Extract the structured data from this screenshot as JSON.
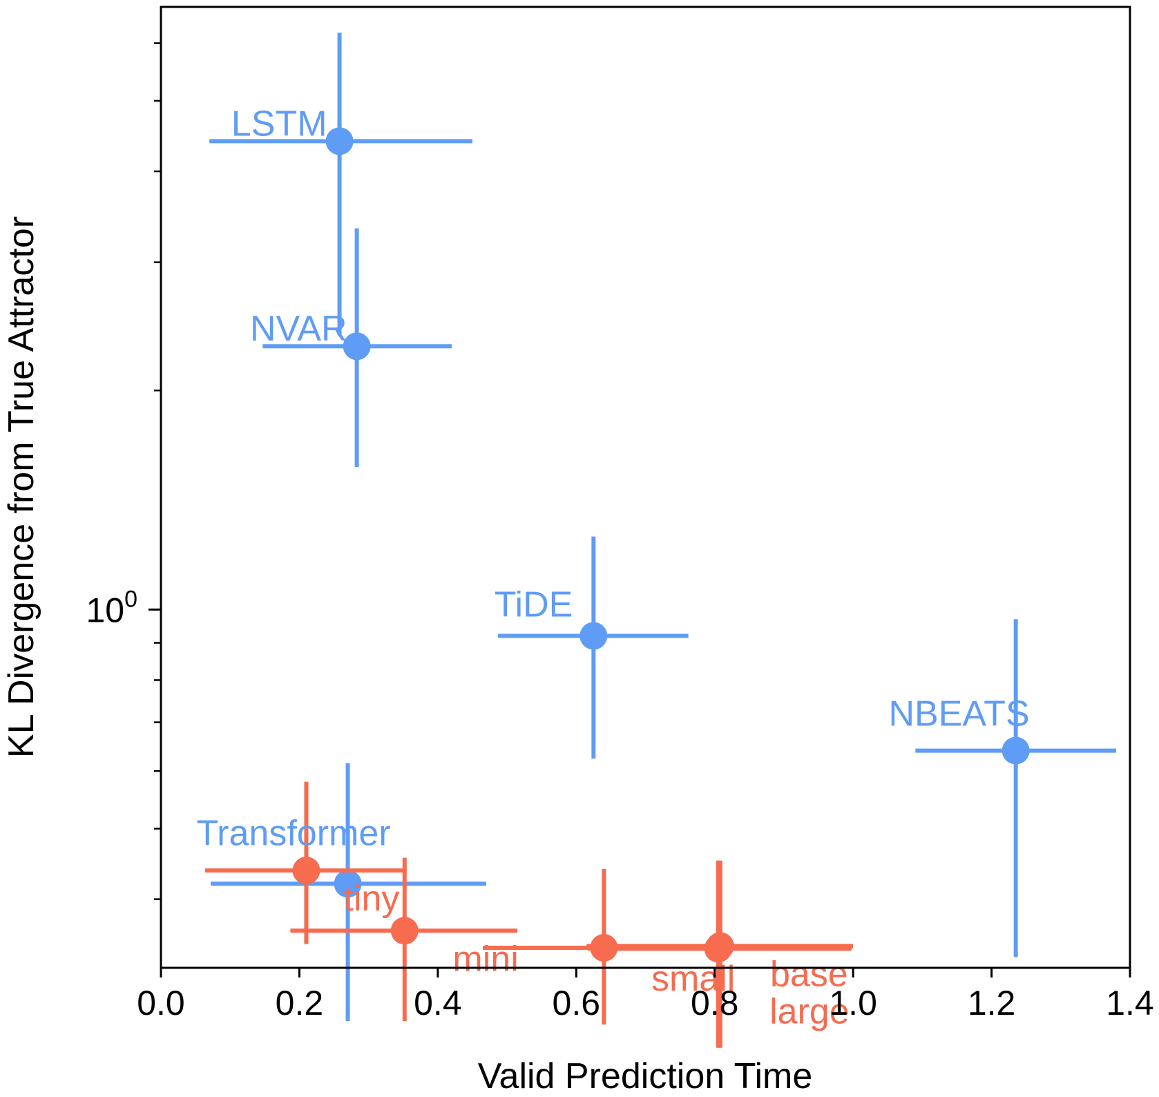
{
  "chart_data": {
    "type": "scatter",
    "title": "",
    "xlabel": "Valid Prediction Time",
    "ylabel": "KL Divergence from True Attractor",
    "xlim": [
      0.0,
      1.4
    ],
    "ylim": [
      0.34,
      6.7
    ],
    "yscale": "log",
    "grid": false,
    "legend": "none",
    "xticks": [
      0.0,
      0.2,
      0.4,
      0.6,
      0.8,
      1.0,
      1.2,
      1.4
    ],
    "xtick_labels": [
      "0.0",
      "0.2",
      "0.4",
      "0.6",
      "0.8",
      "1.0",
      "1.2",
      "1.4"
    ],
    "ytick_major": [
      {
        "value": 1.0,
        "base": "10",
        "exp": "0"
      }
    ],
    "ytick_minor": [
      0.4,
      0.5,
      0.6,
      0.7,
      0.8,
      0.9,
      2,
      3,
      4,
      5,
      6
    ],
    "colors": {
      "baselines": "#5f9cf5",
      "chronos": "#f76b4f"
    },
    "series": [
      {
        "group": "baselines",
        "color": "#5f9cf5",
        "points": [
          {
            "label": "LSTM",
            "x": 0.258,
            "y": 4.4,
            "xerr": [
              0.07,
              0.45
            ],
            "yerr": [
              2.38,
              6.2
            ],
            "label_anchor": "end",
            "label_dx": -18,
            "label_dy": -8
          },
          {
            "label": "NVAR",
            "x": 0.283,
            "y": 2.3,
            "xerr": [
              0.147,
              0.42
            ],
            "yerr": [
              1.57,
              3.34
            ],
            "label_anchor": "end",
            "label_dx": -14,
            "label_dy": -8
          },
          {
            "label": "TiDE",
            "x": 0.625,
            "y": 0.92,
            "xerr": [
              0.487,
              0.762
            ],
            "yerr": [
              0.624,
              1.26
            ],
            "label_anchor": "end",
            "label_dx": -30,
            "label_dy": -28
          },
          {
            "label": "NBEATS",
            "x": 1.235,
            "y": 0.64,
            "xerr": [
              1.09,
              1.38
            ],
            "yerr": [
              0.333,
              0.97
            ],
            "label_anchor": "end",
            "label_dx": 20,
            "label_dy": -36
          },
          {
            "label": "Transformer",
            "x": 0.27,
            "y": 0.42,
            "xerr": [
              0.072,
              0.47
            ],
            "yerr": [
              0.272,
              0.615
            ],
            "label_anchor": "end",
            "label_dx": 62,
            "label_dy": -56
          }
        ]
      },
      {
        "group": "chronos",
        "color": "#f76b4f",
        "points": [
          {
            "label": "tiny",
            "x": 0.21,
            "y": 0.438,
            "xerr": [
              0.064,
              0.355
            ],
            "yerr": [
              0.347,
              0.58
            ],
            "label_anchor": "end",
            "label_dx": 135,
            "label_dy": 58
          },
          {
            "label": "mini",
            "x": 0.352,
            "y": 0.362,
            "xerr": [
              0.187,
              0.515
            ],
            "yerr": [
              0.272,
              0.456
            ],
            "label_anchor": "end",
            "label_dx": 165,
            "label_dy": 58
          },
          {
            "label": "small",
            "x": 0.64,
            "y": 0.343,
            "xerr": [
              0.465,
              0.998
            ],
            "yerr": [
              0.269,
              0.44
            ],
            "label_anchor": "end",
            "label_dx": 190,
            "label_dy": 62
          },
          {
            "label": "base",
            "x": 0.808,
            "y": 0.345,
            "xerr": [
              0.615,
              1.0
            ],
            "yerr": [
              0.25,
              0.452
            ],
            "label_anchor": "end",
            "label_dx": 185,
            "label_dy": 58
          },
          {
            "label": "large",
            "x": 0.805,
            "y": 0.342,
            "xerr": [
              0.617,
              0.997
            ],
            "yerr": [
              0.25,
              0.452
            ],
            "label_anchor": "end",
            "label_dx": 190,
            "label_dy": 108
          }
        ]
      }
    ]
  }
}
